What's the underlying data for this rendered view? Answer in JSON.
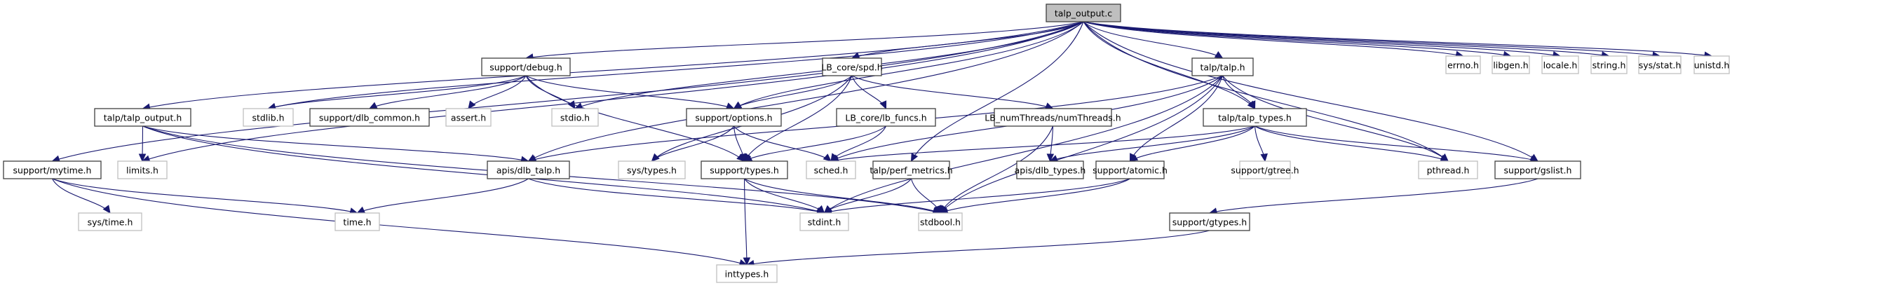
{
  "title": "talp_output.c",
  "graph_type": "include dependency graph",
  "colors": {
    "edge": "#191970",
    "root_fill": "#bfbfbf",
    "documented_border": "#404040",
    "external_border": "#bfbfbf"
  },
  "nodes": [
    {
      "id": "talp_output_c",
      "label": "talp_output.c",
      "kind": "root"
    },
    {
      "id": "support_debug_h",
      "label": "support/debug.h",
      "kind": "doc"
    },
    {
      "id": "lb_core_spd_h",
      "label": "LB_core/spd.h",
      "kind": "doc"
    },
    {
      "id": "talp_talp_h",
      "label": "talp/talp.h",
      "kind": "doc"
    },
    {
      "id": "errno_h",
      "label": "errno.h",
      "kind": "ext"
    },
    {
      "id": "libgen_h",
      "label": "libgen.h",
      "kind": "ext"
    },
    {
      "id": "locale_h",
      "label": "locale.h",
      "kind": "ext"
    },
    {
      "id": "string_h",
      "label": "string.h",
      "kind": "ext"
    },
    {
      "id": "sys_stat_h",
      "label": "sys/stat.h",
      "kind": "ext"
    },
    {
      "id": "unistd_h",
      "label": "unistd.h",
      "kind": "ext"
    },
    {
      "id": "talp_talp_output_h",
      "label": "talp/talp_output.h",
      "kind": "doc"
    },
    {
      "id": "stdlib_h",
      "label": "stdlib.h",
      "kind": "ext"
    },
    {
      "id": "support_dlb_common_h",
      "label": "support/dlb_common.h",
      "kind": "doc"
    },
    {
      "id": "assert_h",
      "label": "assert.h",
      "kind": "ext"
    },
    {
      "id": "stdio_h",
      "label": "stdio.h",
      "kind": "ext"
    },
    {
      "id": "support_options_h",
      "label": "support/options.h",
      "kind": "doc"
    },
    {
      "id": "lb_core_lb_funcs_h",
      "label": "LB_core/lb_funcs.h",
      "kind": "doc"
    },
    {
      "id": "lb_numthreads_h",
      "label": "LB_numThreads/numThreads.h",
      "kind": "doc"
    },
    {
      "id": "talp_talp_types_h",
      "label": "talp/talp_types.h",
      "kind": "doc"
    },
    {
      "id": "support_mytime_h",
      "label": "support/mytime.h",
      "kind": "doc"
    },
    {
      "id": "limits_h",
      "label": "limits.h",
      "kind": "ext"
    },
    {
      "id": "apis_dlb_talp_h",
      "label": "apis/dlb_talp.h",
      "kind": "doc"
    },
    {
      "id": "sys_types_h",
      "label": "sys/types.h",
      "kind": "ext"
    },
    {
      "id": "support_types_h",
      "label": "support/types.h",
      "kind": "doc"
    },
    {
      "id": "sched_h",
      "label": "sched.h",
      "kind": "ext"
    },
    {
      "id": "talp_perf_metrics_h",
      "label": "talp/perf_metrics.h",
      "kind": "doc"
    },
    {
      "id": "apis_dlb_types_h",
      "label": "apis/dlb_types.h",
      "kind": "doc"
    },
    {
      "id": "support_atomic_h",
      "label": "support/atomic.h",
      "kind": "doc"
    },
    {
      "id": "support_gtree_h",
      "label": "support/gtree.h",
      "kind": "ext"
    },
    {
      "id": "pthread_h",
      "label": "pthread.h",
      "kind": "ext"
    },
    {
      "id": "support_gslist_h",
      "label": "support/gslist.h",
      "kind": "doc"
    },
    {
      "id": "sys_time_h",
      "label": "sys/time.h",
      "kind": "ext"
    },
    {
      "id": "time_h",
      "label": "time.h",
      "kind": "ext"
    },
    {
      "id": "stdint_h",
      "label": "stdint.h",
      "kind": "ext"
    },
    {
      "id": "stdbool_h",
      "label": "stdbool.h",
      "kind": "ext"
    },
    {
      "id": "support_gtypes_h",
      "label": "support/gtypes.h",
      "kind": "doc"
    },
    {
      "id": "inttypes_h",
      "label": "inttypes.h",
      "kind": "ext"
    }
  ],
  "edges": [
    [
      "talp_output_c",
      "support_debug_h"
    ],
    [
      "talp_output_c",
      "lb_core_spd_h"
    ],
    [
      "talp_output_c",
      "talp_talp_h"
    ],
    [
      "talp_output_c",
      "errno_h"
    ],
    [
      "talp_output_c",
      "libgen_h"
    ],
    [
      "talp_output_c",
      "locale_h"
    ],
    [
      "talp_output_c",
      "string_h"
    ],
    [
      "talp_output_c",
      "sys_stat_h"
    ],
    [
      "talp_output_c",
      "unistd_h"
    ],
    [
      "talp_output_c",
      "talp_talp_output_h"
    ],
    [
      "talp_output_c",
      "support_mytime_h"
    ],
    [
      "talp_output_c",
      "limits_h"
    ],
    [
      "talp_output_c",
      "stdlib_h"
    ],
    [
      "talp_output_c",
      "stdio_h"
    ],
    [
      "talp_output_c",
      "support_options_h"
    ],
    [
      "talp_output_c",
      "talp_perf_metrics_h"
    ],
    [
      "talp_output_c",
      "talp_talp_types_h"
    ],
    [
      "talp_output_c",
      "pthread_h"
    ],
    [
      "talp_output_c",
      "support_gslist_h"
    ],
    [
      "talp_output_c",
      "apis_dlb_talp_h"
    ],
    [
      "support_debug_h",
      "stdlib_h"
    ],
    [
      "support_debug_h",
      "support_dlb_common_h"
    ],
    [
      "support_debug_h",
      "assert_h"
    ],
    [
      "support_debug_h",
      "stdio_h"
    ],
    [
      "support_debug_h",
      "support_options_h"
    ],
    [
      "support_debug_h",
      "support_types_h"
    ],
    [
      "lb_core_spd_h",
      "support_options_h"
    ],
    [
      "lb_core_spd_h",
      "lb_core_lb_funcs_h"
    ],
    [
      "lb_core_spd_h",
      "lb_numthreads_h"
    ],
    [
      "lb_core_spd_h",
      "support_types_h"
    ],
    [
      "lb_core_spd_h",
      "sys_types_h"
    ],
    [
      "talp_talp_h",
      "talp_talp_types_h"
    ],
    [
      "talp_talp_h",
      "apis_dlb_talp_h"
    ],
    [
      "talp_talp_h",
      "support_atomic_h"
    ],
    [
      "talp_talp_h",
      "sched_h"
    ],
    [
      "talp_talp_h",
      "stdint_h"
    ],
    [
      "talp_talp_h",
      "stdbool_h"
    ],
    [
      "talp_talp_h",
      "pthread_h"
    ],
    [
      "talp_talp_output_h",
      "limits_h"
    ],
    [
      "talp_talp_output_h",
      "apis_dlb_talp_h"
    ],
    [
      "talp_talp_output_h",
      "stdint_h"
    ],
    [
      "talp_talp_output_h",
      "stdbool_h"
    ],
    [
      "support_options_h",
      "support_types_h"
    ],
    [
      "support_options_h",
      "sys_types_h"
    ],
    [
      "support_options_h",
      "sched_h"
    ],
    [
      "lb_core_lb_funcs_h",
      "support_types_h"
    ],
    [
      "lb_core_lb_funcs_h",
      "sched_h"
    ],
    [
      "lb_numthreads_h",
      "apis_dlb_types_h"
    ],
    [
      "lb_numthreads_h",
      "stdbool_h"
    ],
    [
      "talp_talp_types_h",
      "apis_dlb_types_h"
    ],
    [
      "talp_talp_types_h",
      "support_atomic_h"
    ],
    [
      "talp_talp_types_h",
      "support_gtree_h"
    ],
    [
      "talp_talp_types_h",
      "pthread_h"
    ],
    [
      "talp_talp_types_h",
      "support_gslist_h"
    ],
    [
      "talp_talp_types_h",
      "sched_h"
    ],
    [
      "support_mytime_h",
      "sys_time_h"
    ],
    [
      "support_mytime_h",
      "time_h"
    ],
    [
      "support_mytime_h",
      "inttypes_h"
    ],
    [
      "apis_dlb_talp_h",
      "time_h"
    ],
    [
      "apis_dlb_talp_h",
      "stdint_h"
    ],
    [
      "support_types_h",
      "stdint_h"
    ],
    [
      "support_types_h",
      "stdbool_h"
    ],
    [
      "support_types_h",
      "inttypes_h"
    ],
    [
      "talp_perf_metrics_h",
      "stdint_h"
    ],
    [
      "talp_perf_metrics_h",
      "stdbool_h"
    ],
    [
      "support_atomic_h",
      "stdint_h"
    ],
    [
      "support_atomic_h",
      "stdbool_h"
    ],
    [
      "support_gslist_h",
      "support_gtypes_h"
    ],
    [
      "support_gtypes_h",
      "inttypes_h"
    ]
  ]
}
